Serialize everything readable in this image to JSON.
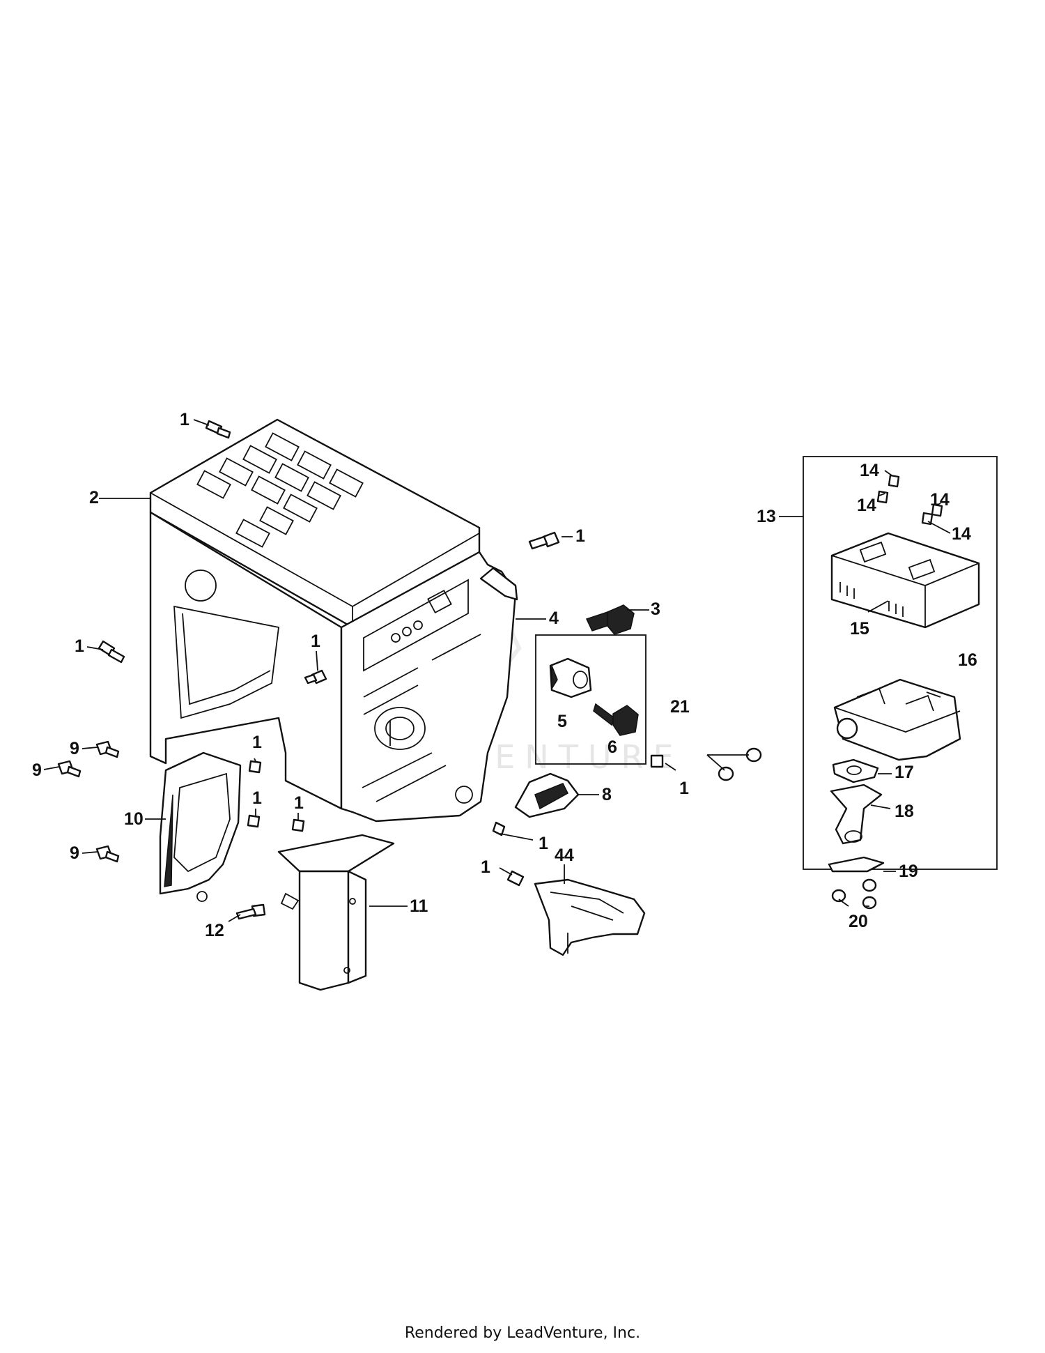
{
  "callouts": {
    "c1a": "1",
    "c1b": "1",
    "c1c": "1",
    "c1d": "1",
    "c1e": "1",
    "c1f": "1",
    "c1g": "1",
    "c1h": "1",
    "c1i": "1",
    "c1j": "1",
    "c2": "2",
    "c3": "3",
    "c4": "4",
    "c5": "5",
    "c6": "6",
    "c8": "8",
    "c9a": "9",
    "c9b": "9",
    "c9c": "9",
    "c10": "10",
    "c11": "11",
    "c12": "12",
    "c13": "13",
    "c14a": "14",
    "c14b": "14",
    "c14c": "14",
    "c14d": "14",
    "c15": "15",
    "c16": "16",
    "c17": "17",
    "c18": "18",
    "c19": "19",
    "c20": "20",
    "c21": "21",
    "c44": "44"
  },
  "watermark": "LEADVENTURE",
  "footer": "Rendered by LeadVenture, Inc."
}
